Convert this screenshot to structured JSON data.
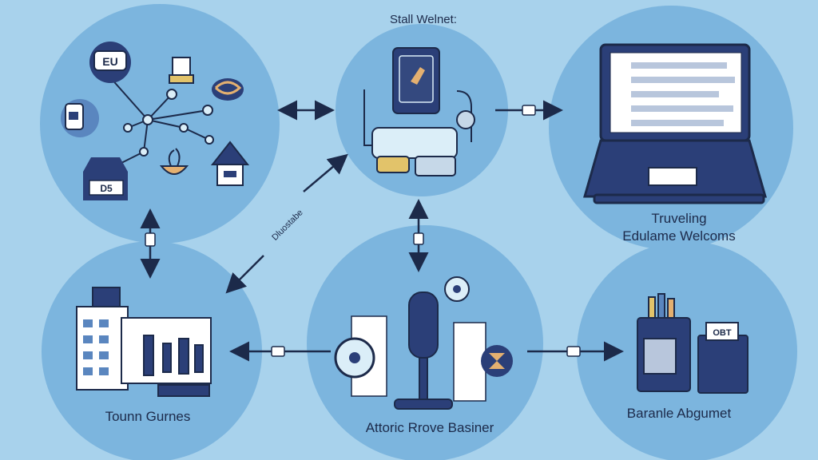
{
  "diagram": {
    "top_label": "Stall Welnet:",
    "top_right_label_1": "Truveling",
    "top_right_label_2": "Edulame Welcoms",
    "bottom_left_label": "Tounn Gurnes",
    "bottom_center_label": "Attoric Rrove Basiner",
    "bottom_right_label": "Baranle Abgumet",
    "diagonal_label": "Dluostabe"
  },
  "icons": {
    "top_left_badge": "EU",
    "server_box": "D5",
    "bag_tag": "OBT"
  },
  "colors": {
    "background": "#a8d2ec",
    "circle": "#7cb5de",
    "ink": "#1c2a4a",
    "navy": "#2b3f78"
  }
}
